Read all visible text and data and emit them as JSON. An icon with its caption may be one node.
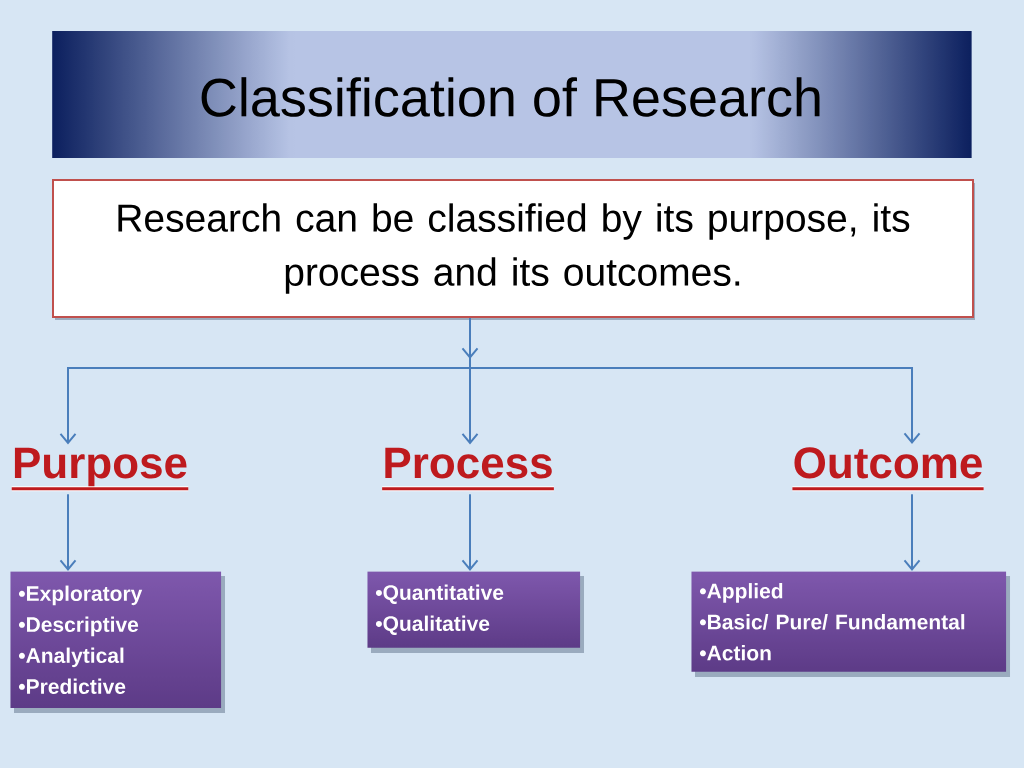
{
  "diagram": {
    "title": "Classification of Research",
    "nodes": [
      {
        "text": [
          "Research can be classified by its purpose, its process and its outcomes."
        ]
      },
      {
        "text": [
          "Purpose"
        ]
      },
      {
        "text": [
          "Process"
        ]
      },
      {
        "text": [
          "Outcome"
        ]
      },
      {
        "text": [
          "•Exploratory",
          "•Descriptive",
          "•Analytical",
          "•Predictive"
        ]
      },
      {
        "text": [
          "•Quantitative",
          "•Qualitative"
        ]
      },
      {
        "text": [
          "•Applied",
          "•Basic/ Pure/ Fundamental",
          "•Action"
        ]
      }
    ],
    "edges": [
      {
        "from": 0,
        "to": 1,
        "arrow": "to"
      },
      {
        "from": 0,
        "to": 2,
        "arrow": "to"
      },
      {
        "from": 0,
        "to": 3,
        "arrow": "to"
      },
      {
        "from": 1,
        "to": 4,
        "arrow": "to"
      },
      {
        "from": 2,
        "to": 5,
        "arrow": "to"
      },
      {
        "from": 3,
        "to": 6,
        "arrow": "to"
      }
    ]
  }
}
